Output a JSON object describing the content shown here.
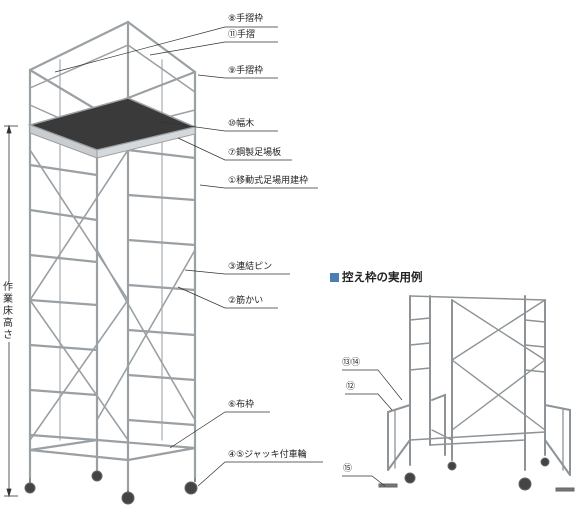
{
  "colors": {
    "accent": "#4a7fb6",
    "scaffold": "#9aa0a4",
    "deck": "#3a3a3a",
    "line": "#333333"
  },
  "labels": {
    "l8": "⑧手摺枠",
    "l11": "⑪手摺",
    "l9": "⑨手摺枠",
    "l10": "⑩幅木",
    "l7": "⑦鋼製足場板",
    "l1": "①移動式足場用建枠",
    "l3": "③連結ピン",
    "l2": "②筋かい",
    "l6": "⑥布枠",
    "l45": "④⑤ジャッキ付車輪",
    "l1314": "⑬⑭",
    "l12": "⑫",
    "l15": "⑮"
  },
  "dimension_label": "作業床高さ",
  "section_title": "控え枠の実用例",
  "icons": {
    "section_marker": "square-icon"
  }
}
